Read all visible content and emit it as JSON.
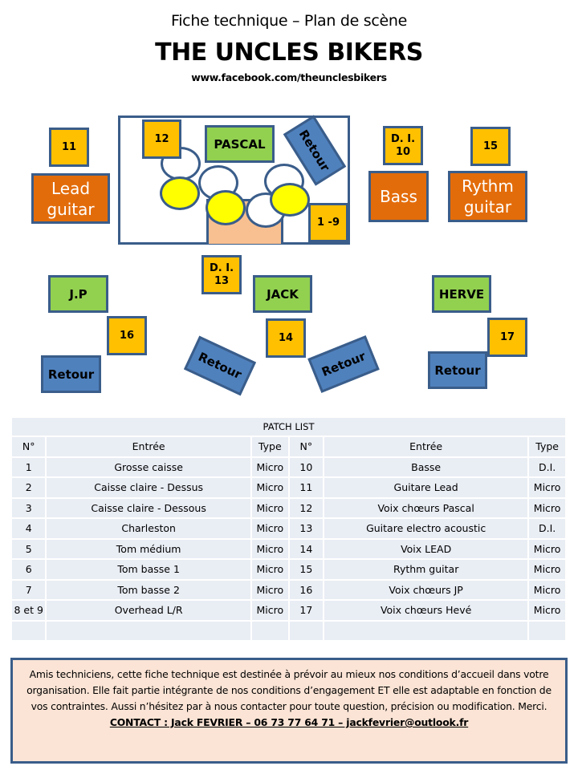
{
  "header": {
    "subtitle": "Fiche technique – Plan de scène",
    "band_name": "THE UNCLES BIKERS",
    "website": "www.facebook.com/theunclesbikers"
  },
  "stage": {
    "inputs": {
      "in_11": "11",
      "in_12": "12",
      "in_1_9": "1 -9",
      "in_10": "D. I.\n10",
      "in_15": "15",
      "in_13": "D. I.\n13",
      "in_16": "16",
      "in_14": "14",
      "in_17": "17"
    },
    "amps": {
      "lead": "Lead\nguitar",
      "bass": "Bass",
      "rythm": "Rythm\nguitar"
    },
    "musicians": {
      "pascal": "PASCAL",
      "jp": "J.P",
      "jack": "JACK",
      "herve": "HERVE"
    },
    "monitors": {
      "drums": "Retour",
      "jp": "Retour",
      "center_left": "Retour",
      "center_right": "Retour",
      "herve": "Retour"
    }
  },
  "patch_list": {
    "title": "PATCH LIST",
    "headers": {
      "no": "N°",
      "entree": "Entrée",
      "type": "Type"
    },
    "left": [
      {
        "no": "1",
        "entree": "Grosse caisse",
        "type": "Micro"
      },
      {
        "no": "2",
        "entree": "Caisse claire - Dessus",
        "type": "Micro"
      },
      {
        "no": "3",
        "entree": "Caisse claire - Dessous",
        "type": "Micro"
      },
      {
        "no": "4",
        "entree": "Charleston",
        "type": "Micro"
      },
      {
        "no": "5",
        "entree": "Tom médium",
        "type": "Micro"
      },
      {
        "no": "6",
        "entree": "Tom basse 1",
        "type": "Micro"
      },
      {
        "no": "7",
        "entree": "Tom basse 2",
        "type": "Micro"
      },
      {
        "no": "8 et 9",
        "entree": "Overhead L/R",
        "type": "Micro"
      }
    ],
    "right": [
      {
        "no": "10",
        "entree": "Basse",
        "type": "D.I."
      },
      {
        "no": "11",
        "entree": "Guitare Lead",
        "type": "Micro"
      },
      {
        "no": "12",
        "entree": "Voix chœurs Pascal",
        "type": "Micro"
      },
      {
        "no": "13",
        "entree": "Guitare electro acoustic",
        "type": "D.I."
      },
      {
        "no": "14",
        "entree": "Voix LEAD",
        "type": "Micro"
      },
      {
        "no": "15",
        "entree": "Rythm guitar",
        "type": "Micro"
      },
      {
        "no": "16",
        "entree": "Voix chœurs JP",
        "type": "Micro"
      },
      {
        "no": "17",
        "entree": "Voix chœurs Hevé",
        "type": "Micro"
      }
    ]
  },
  "note": {
    "text": "Amis techniciens, cette fiche technique est destinée à prévoir au mieux nos conditions d’accueil dans votre organisation. Elle fait partie intégrante de nos conditions d’engagement ET elle est adaptable en fonction de vos contraintes. Aussi n’hésitez par à nous contacter pour toute question, précision ou modification. Merci.",
    "contact": "CONTACT : Jack FEVRIER – 06 73 77 64 71 – jackfevrier@outlook.fr"
  },
  "colors": {
    "input_box": "#ffc000",
    "amp_box": "#e36c0a",
    "musician_box": "#92d050",
    "monitor_box": "#4f81bd",
    "outline": "#3a5d8a",
    "riser": "#f8c090",
    "cymbal": "#ffff00",
    "table_bg": "#e9edf4",
    "note_bg": "#fbe4d5"
  }
}
